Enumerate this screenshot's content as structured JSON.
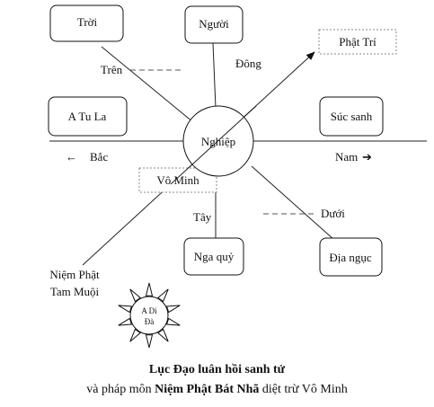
{
  "center": "Nghiệp",
  "realms": {
    "troi": "Trời",
    "nguoi": "Người",
    "a_tu_la": "A Tu La",
    "suc_sanh": "Súc sanh",
    "nga_quy": "Nga quỷ",
    "dia_nguc": "Địa ngục"
  },
  "directions": {
    "tren": "Trên",
    "dong": "Đông",
    "bac": "Bắc",
    "nam": "Nam",
    "tay": "Tây",
    "duoi": "Dưới"
  },
  "arrows": {
    "left": "←",
    "right": "➔"
  },
  "phat_tri": "Phật Trí",
  "vo_minh": "Vô Minh",
  "niem_phat": {
    "line1": "Niệm Phật",
    "line2": "Tam Muội"
  },
  "sun": {
    "line1": "A Di",
    "line2": "Đà"
  },
  "caption": {
    "title": "Lục Đạo luân hồi sanh tử",
    "line2_prefix": "và pháp môn",
    "line2_bold": "Niệm Phật Bát Nhã",
    "line2_suffix": "diệt trừ Vô Minh"
  }
}
